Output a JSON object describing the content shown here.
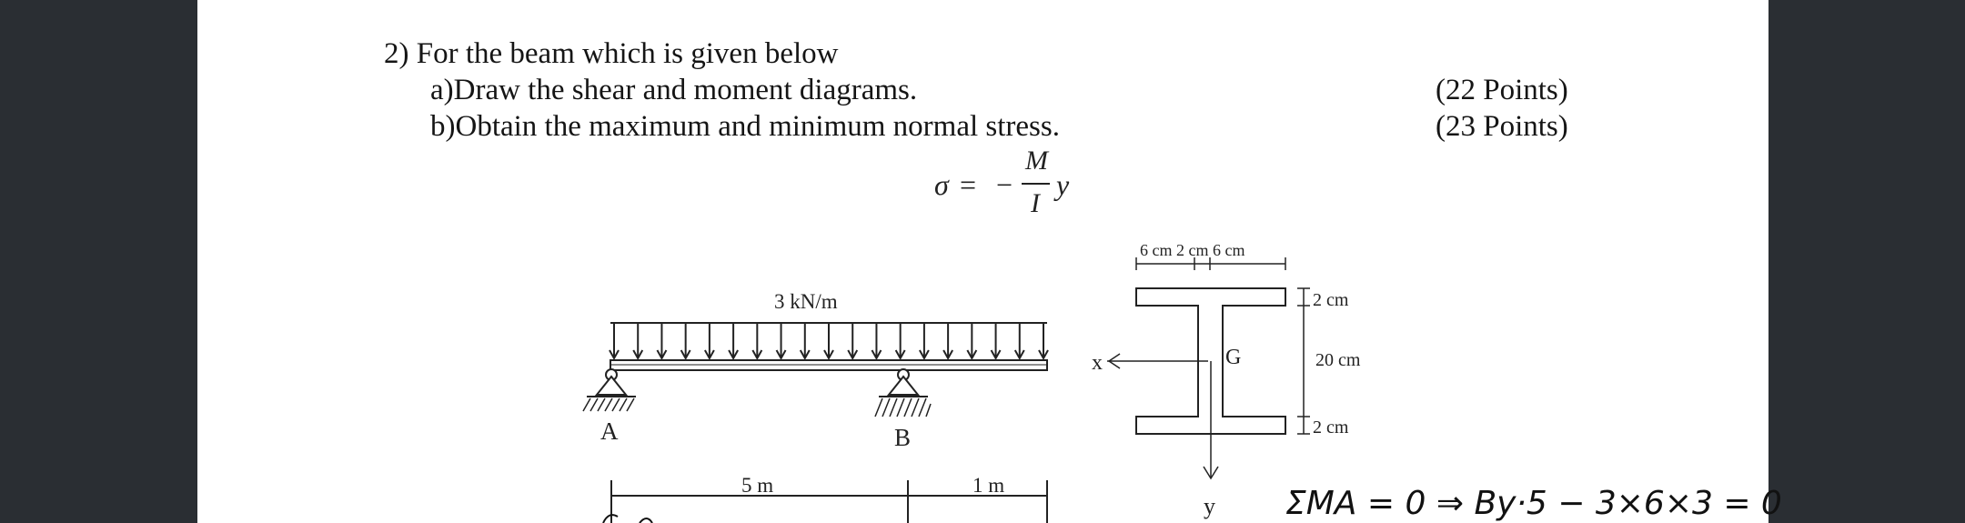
{
  "problem": {
    "title": "2) For the beam which is given below",
    "part_a": "a)Draw the shear and moment diagrams.",
    "part_a_points": "(22 Points)",
    "part_b": "b)Obtain the maximum and minimum normal stress.",
    "part_b_points": "(23 Points)"
  },
  "formula": {
    "sigma": "σ",
    "equals": "=",
    "minus": "−",
    "numerator": "M",
    "denominator": "I",
    "factor": "y"
  },
  "beam": {
    "load_label": "3 kN/m",
    "support_a": "A",
    "support_b": "B",
    "span_ab": "5 m",
    "overhang": "1 m"
  },
  "section": {
    "dim_top": "6 cm  2 cm 6 cm",
    "flange_top": "2 cm",
    "web_height": "20 cm",
    "flange_bottom": "2 cm",
    "centroid": "G",
    "x_axis": "x",
    "y_axis": "y"
  },
  "handwriting": {
    "equation": "ΣMA = 0 ⇒ By·5 − 3×6×3 = 0"
  },
  "colors": {
    "page_bg": "#2a2e33",
    "sheet_bg": "#ffffff",
    "ink": "#151515"
  }
}
